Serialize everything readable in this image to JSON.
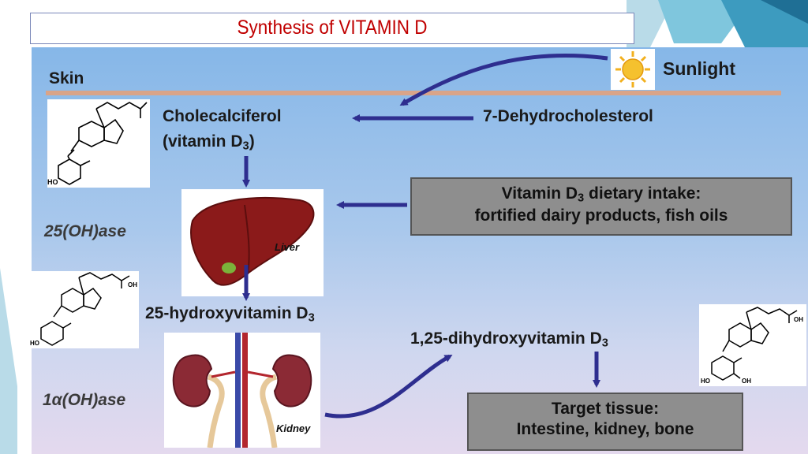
{
  "title": "Synthesis of VITAMIN D",
  "labels": {
    "skin": "Skin",
    "sunlight": "Sunlight",
    "cholecalciferol": "Cholecalciferol",
    "vitamin_d3_paren": "(vitamin D",
    "vitamin_d3_sub": "3",
    "vitamin_d3_close": ")",
    "dehydrocholesterol": "7-Dehydrocholesterol",
    "oh_ase_25": "25(OH)ase",
    "oh_ase_1a": "1α(OH)ase",
    "hydroxy25": "25-hydroxyvitamin D",
    "hydroxy25_sub": "3",
    "dihydroxy": "1,25-dihydroxyvitamin D",
    "dihydroxy_sub": "3",
    "liver": "Liver",
    "kidney": "Kidney",
    "mol_ho": "HO",
    "mol_oh": "OH"
  },
  "dietary_box": {
    "line1_a": "Vitamin D",
    "line1_sub": "3",
    "line1_b": " dietary intake:",
    "line2": "fortified dairy products, fish oils"
  },
  "target_box": {
    "line1": "Target tissue:",
    "line2": "Intestine, kidney, bone"
  },
  "colors": {
    "title": "#c00000",
    "arrow": "#2e2e8f",
    "skin_line": "#d9a489",
    "box_gray": "#8e8e8e",
    "liver": "#8b1a1a",
    "kidney": "#8b2a35",
    "sun": "#f2b01e"
  },
  "icons": [
    "sun-icon",
    "liver-icon",
    "kidney-icon",
    "molecule-structure-icon"
  ]
}
